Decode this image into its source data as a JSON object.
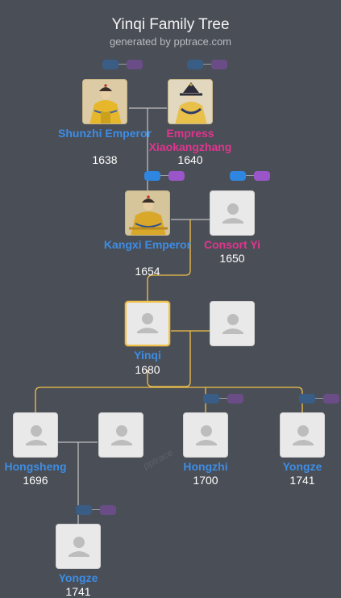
{
  "header": {
    "title": "Yinqi Family Tree",
    "subtitle": "generated by pptrace.com"
  },
  "watermark": "pptrace",
  "people": {
    "shunzhi": {
      "name": "Shunzhi Emperor",
      "year": "1638",
      "gender": "male",
      "portrait": "emperor-yellow-robe"
    },
    "xiaokangzhang": {
      "name": "Empress Xiaokangzhang",
      "year": "1640",
      "gender": "female",
      "portrait": "empress-robe"
    },
    "kangxi": {
      "name": "Kangxi Emperor",
      "year": "1654",
      "gender": "male",
      "portrait": "emperor-throne"
    },
    "consort_yi": {
      "name": "Consort Yi",
      "year": "1650",
      "gender": "female",
      "portrait": "placeholder-avatar"
    },
    "yinqi": {
      "name": "Yinqi",
      "year": "1680",
      "gender": "male",
      "portrait": "placeholder-avatar",
      "selected": true
    },
    "yinqi_spouse": {
      "name": "",
      "year": "",
      "gender": "unknown",
      "portrait": "placeholder-avatar"
    },
    "hongsheng": {
      "name": "Hongsheng",
      "year": "1696",
      "gender": "male",
      "portrait": "placeholder-avatar"
    },
    "hongsheng_spouse": {
      "name": "",
      "year": "",
      "gender": "unknown",
      "portrait": "placeholder-avatar"
    },
    "hongzhi": {
      "name": "Hongzhi",
      "year": "1700",
      "gender": "male",
      "portrait": "placeholder-avatar"
    },
    "yongze_child": {
      "name": "Yongze",
      "year": "1741",
      "gender": "male",
      "portrait": "placeholder-avatar"
    },
    "yongze_grandson": {
      "name": "Yongze",
      "year": "1741",
      "gender": "male",
      "portrait": "placeholder-avatar"
    }
  },
  "colors": {
    "background": "#4a4e56",
    "male": "#3d8de6",
    "female": "#e0358f",
    "selected_line": "#f0c24a",
    "line": "#dcdcdc",
    "chip_blue": "#2f86e0",
    "chip_purple": "#9a56c8"
  },
  "icons": [
    "expand-parents-chip-blue",
    "expand-parents-chip-purple",
    "placeholder-avatar-icon"
  ]
}
